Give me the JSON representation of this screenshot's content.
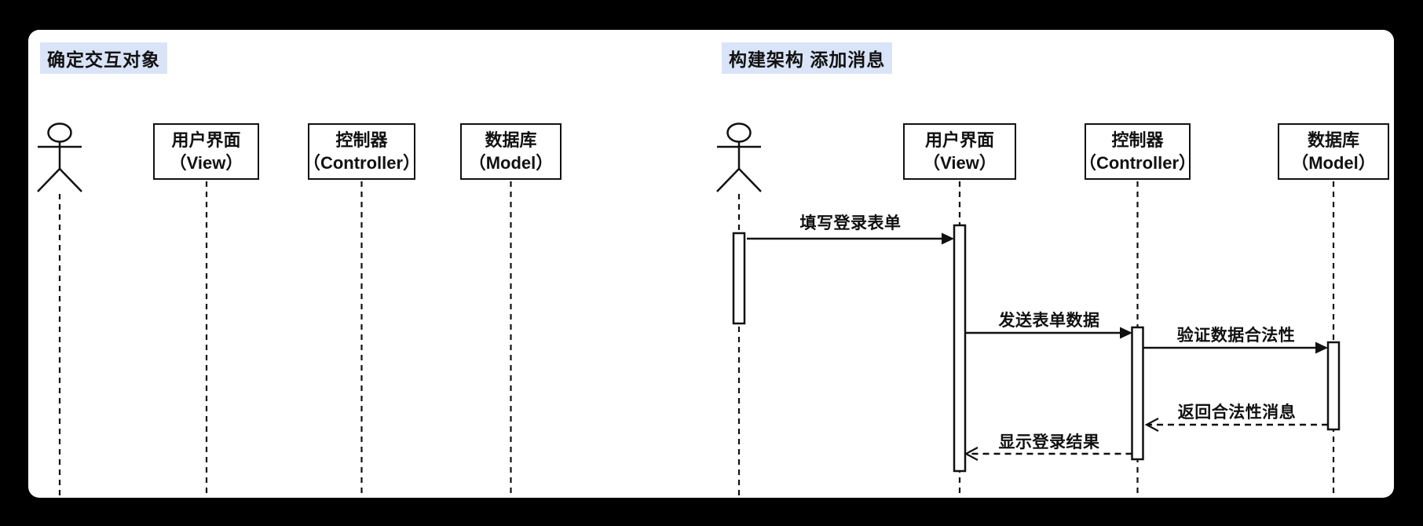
{
  "colors": {
    "background": "#000000",
    "surface": "#ffffff",
    "title_highlight": "#d9e4f8",
    "stroke": "#111111"
  },
  "diagrams": [
    {
      "title": "确定交互对象",
      "actor": "user-actor",
      "objects": [
        {
          "name": "用户界面",
          "sub": "（View）"
        },
        {
          "name": "控制器",
          "sub": "（Controller）"
        },
        {
          "name": "数据库",
          "sub": "（Model）"
        }
      ],
      "messages": []
    },
    {
      "title": "构建架构 添加消息",
      "actor": "user-actor",
      "objects": [
        {
          "name": "用户界面",
          "sub": "（View）"
        },
        {
          "name": "控制器",
          "sub": "（Controller）"
        },
        {
          "name": "数据库",
          "sub": "（Model）"
        }
      ],
      "messages": [
        {
          "label": "填写登录表单",
          "type": "sync",
          "from": "actor",
          "to": "view"
        },
        {
          "label": "发送表单数据",
          "type": "sync",
          "from": "view",
          "to": "controller"
        },
        {
          "label": "验证数据合法性",
          "type": "sync",
          "from": "controller",
          "to": "model"
        },
        {
          "label": "返回合法性消息",
          "type": "return",
          "from": "model",
          "to": "controller"
        },
        {
          "label": "显示登录结果",
          "type": "return",
          "from": "controller",
          "to": "view"
        }
      ]
    }
  ]
}
